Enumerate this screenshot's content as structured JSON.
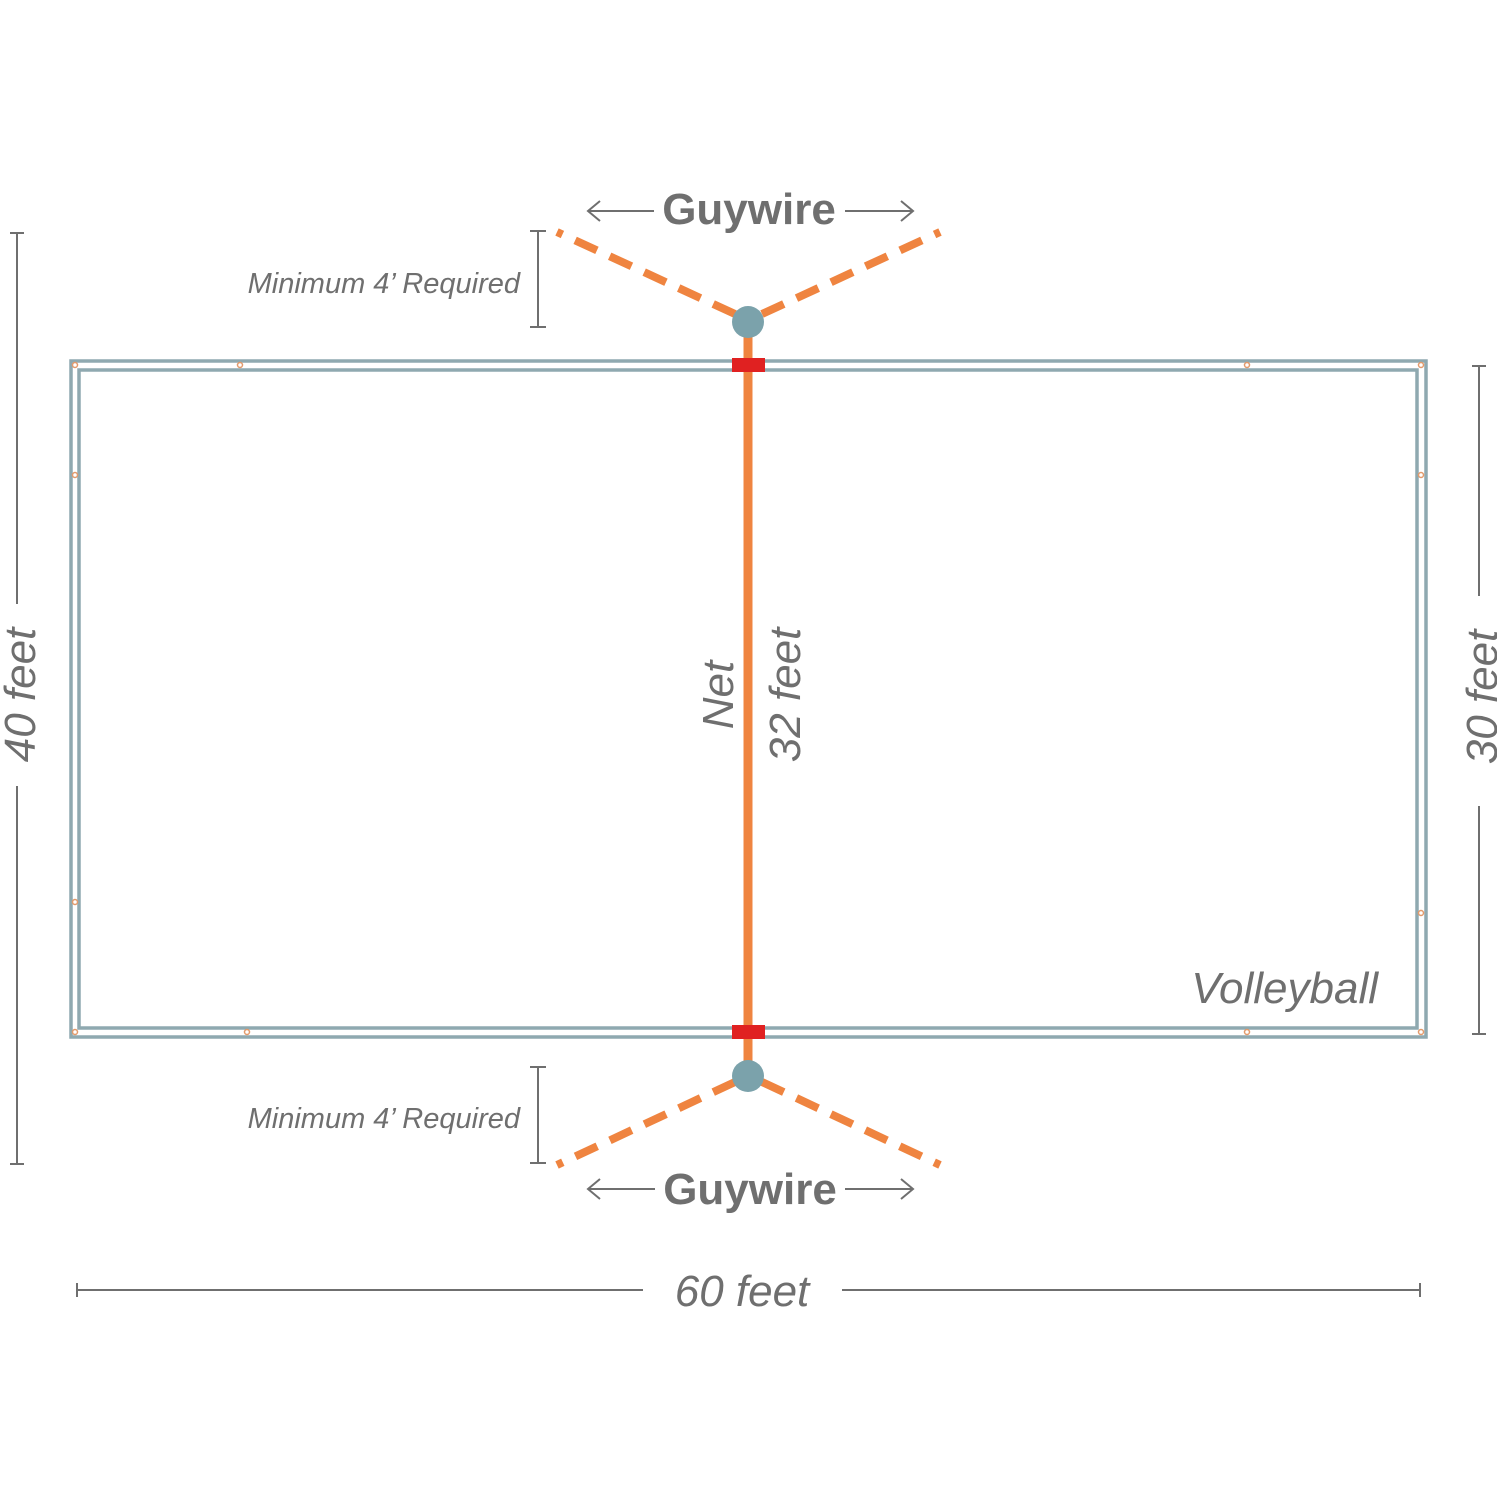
{
  "colors": {
    "boundary": "#8fa9b0",
    "net": "#ef8440",
    "guywire": "#ef8440",
    "pole": "#7ba2ab",
    "clamp": "#e02121",
    "dimension": "#6f6f6f",
    "stake": "#e39a6b"
  },
  "labels": {
    "guywire_top": "Guywire",
    "guywire_bottom": "Guywire",
    "min_top": "Minimum 4’ Required",
    "min_bottom": "Minimum 4’ Required",
    "net": "Net",
    "net_length": "32 feet",
    "court": "Volleyball",
    "left_dim": "40 feet",
    "right_dim": "30 feet",
    "bottom_dim": "60 feet"
  }
}
